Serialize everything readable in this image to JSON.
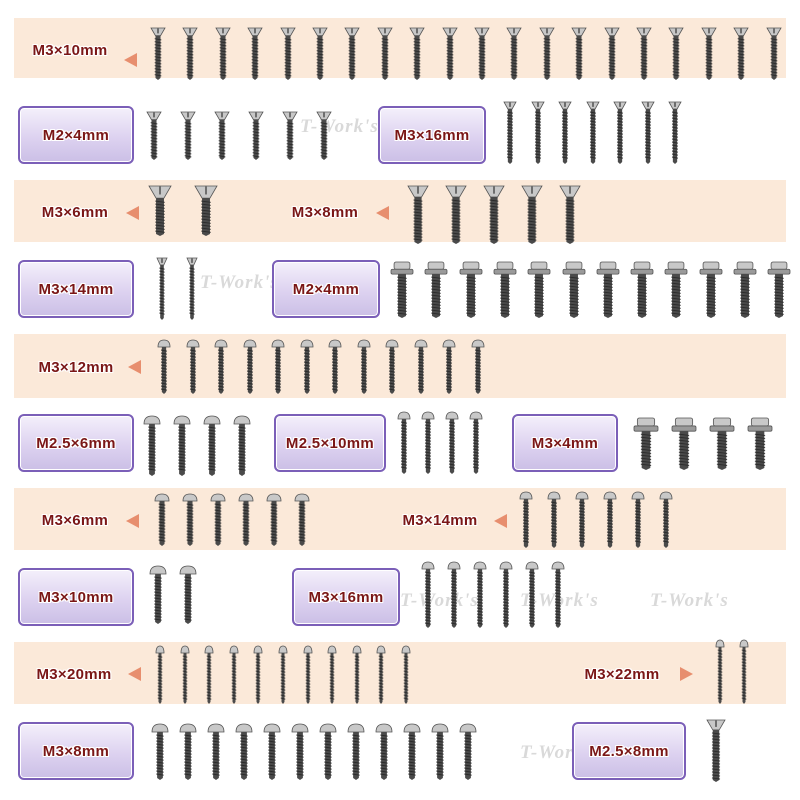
{
  "colors": {
    "band_fill": "#fbe9d9",
    "purple_label_fill": "#d9cdee",
    "purple_label_border": "#7b5fb8",
    "label_text": "#7a1616",
    "arrow": "#e78e6e",
    "screw_metal": "#4a4a4a",
    "screw_head_silver": "#c8c8c8"
  },
  "watermark": "T-Work's",
  "rows": [
    {
      "id": "row-1",
      "groups": [
        {
          "id": "g1",
          "label": "M3×10mm",
          "style": "peach",
          "arrow": "left",
          "screw_type": "flat",
          "count": 20
        }
      ]
    },
    {
      "id": "row-2",
      "groups": [
        {
          "id": "g2",
          "label": "M2×4mm",
          "style": "purple",
          "screw_type": "flat",
          "count": 6
        },
        {
          "id": "g3",
          "label": "M3×16mm",
          "style": "purple",
          "screw_type": "flat",
          "count": 7
        }
      ]
    },
    {
      "id": "row-3",
      "groups": [
        {
          "id": "g4",
          "label": "M3×6mm",
          "style": "peach",
          "arrow": "left",
          "screw_type": "flat",
          "count": 2
        },
        {
          "id": "g5",
          "label": "M3×8mm",
          "style": "peach",
          "arrow": "left",
          "screw_type": "flat",
          "count": 5
        }
      ]
    },
    {
      "id": "row-4",
      "groups": [
        {
          "id": "g6",
          "label": "M3×14mm",
          "style": "purple",
          "screw_type": "flat",
          "count": 2
        },
        {
          "id": "g7",
          "label": "M2×4mm",
          "style": "purple",
          "screw_type": "flange",
          "count": 12
        }
      ]
    },
    {
      "id": "row-5",
      "groups": [
        {
          "id": "g8",
          "label": "M3×12mm",
          "style": "peach",
          "arrow": "left",
          "screw_type": "button",
          "count": 12
        }
      ]
    },
    {
      "id": "row-6",
      "groups": [
        {
          "id": "g9",
          "label": "M2.5×6mm",
          "style": "purple",
          "screw_type": "button",
          "count": 4
        },
        {
          "id": "g10",
          "label": "M2.5×10mm",
          "style": "purple",
          "screw_type": "button",
          "count": 4
        },
        {
          "id": "g11",
          "label": "M3×4mm",
          "style": "purple",
          "screw_type": "flange",
          "count": 4
        }
      ]
    },
    {
      "id": "row-7",
      "groups": [
        {
          "id": "g12",
          "label": "M3×6mm",
          "style": "peach",
          "arrow": "left",
          "screw_type": "button",
          "count": 6
        },
        {
          "id": "g13",
          "label": "M3×14mm",
          "style": "peach",
          "arrow": "left",
          "screw_type": "button",
          "count": 6
        }
      ]
    },
    {
      "id": "row-8",
      "groups": [
        {
          "id": "g14",
          "label": "M3×10mm",
          "style": "purple",
          "screw_type": "button",
          "count": 2
        },
        {
          "id": "g15",
          "label": "M3×16mm",
          "style": "purple",
          "screw_type": "button",
          "count": 6
        }
      ]
    },
    {
      "id": "row-9",
      "groups": [
        {
          "id": "g16",
          "label": "M3×20mm",
          "style": "peach",
          "arrow": "left",
          "screw_type": "button",
          "count": 11
        },
        {
          "id": "g17",
          "label": "M3×22mm",
          "style": "peach",
          "arrow": "right",
          "screw_type": "button",
          "count": 2
        }
      ]
    },
    {
      "id": "row-10",
      "groups": [
        {
          "id": "g18",
          "label": "M3×8mm",
          "style": "purple",
          "screw_type": "button",
          "count": 12
        },
        {
          "id": "g19",
          "label": "M2.5×8mm",
          "style": "purple",
          "screw_type": "flat",
          "count": 1
        }
      ]
    }
  ]
}
